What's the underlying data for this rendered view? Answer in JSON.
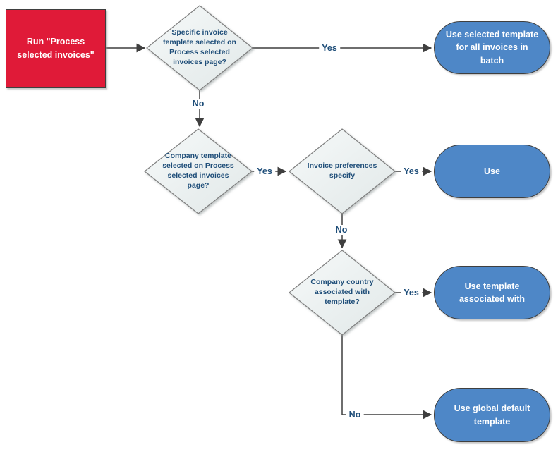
{
  "title": "Invoice template selection flowchart",
  "colors": {
    "start_fill": "#E01A38",
    "terminator_fill": "#4E87C7",
    "shape_border_dark": "#3F3F3F",
    "decision_border": "#7F7F7F",
    "decision_fill_light": "#F6F9F9",
    "decision_fill_dark": "#E1E8E8",
    "label_text": "#1F4E79",
    "connector": "#3F3F3F",
    "canvas_bg": "#FFFFFF"
  },
  "nodes": {
    "start": {
      "label": "Run \"Process selected invoices\""
    },
    "decision_specific_template": {
      "label": "Specific invoice template selected on Process selected invoices page?"
    },
    "terminator_selected_template": {
      "label": "Use selected template for all invoices in batch"
    },
    "decision_company_template": {
      "label": "Company template selected on Process selected invoices page?"
    },
    "decision_invoice_preferences": {
      "label": "Invoice preferences specify"
    },
    "terminator_use": {
      "label": "Use"
    },
    "decision_company_country": {
      "label": "Company country associated with template?"
    },
    "terminator_template_associated": {
      "label": "Use template associated with"
    },
    "terminator_global_default": {
      "label": "Use global default template"
    }
  },
  "edge_labels": {
    "d1_yes": "Yes",
    "d1_no": "No",
    "d2_yes": "Yes",
    "d3_yes": "Yes",
    "d3_no": "No",
    "d4_yes": "Yes",
    "d4_no": "No"
  }
}
